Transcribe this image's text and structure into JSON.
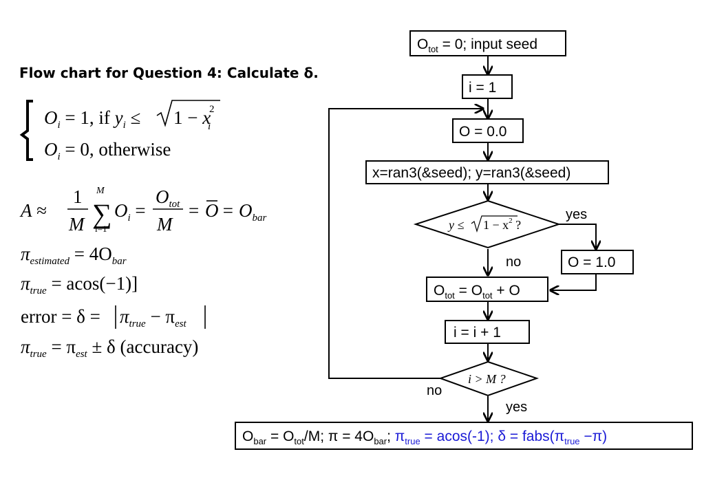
{
  "title": "Flow chart for Question 4: Calculate δ.",
  "equations": {
    "case1_a": "O",
    "case1_b": "i",
    "case1_c": " = 1, if  ",
    "case1_d": "y",
    "case1_e": "i",
    "case1_f": " ≤ ",
    "case1_g": "1 − ",
    "case1_h": "x",
    "case1_i": "i",
    "case1_j": "2",
    "case2_a": "O",
    "case2_b": "i",
    "case2_c": " = 0, otherwise",
    "area_lhs": "A ≈",
    "area_one": "1",
    "area_M": "M",
    "area_sum": "∑",
    "area_sum_top": "M",
    "area_sum_bot": "i=1",
    "area_O": "O",
    "area_Oi": "i",
    "area_eq": "=",
    "area_Otot": "O",
    "area_tot": "tot",
    "area_M2": "M",
    "area_eq2": "=",
    "area_Obar": "O",
    "area_eq3": "= O",
    "area_bar": "bar",
    "est_pi": "π",
    "est_sub": "estimated",
    "est_rhs": " = 4O",
    "est_bar": "bar",
    "true_pi": "π",
    "true_sub": "true",
    "true_rhs": " = acos(−1)]",
    "err_lhs": "error = δ = ",
    "err_pi1": "π",
    "err_true": "true",
    "err_minus": " − π",
    "err_est": "est",
    "acc_pi": "π",
    "acc_true": "true",
    "acc_eq": " = π",
    "acc_est": "est",
    "acc_rhs": " ± δ (accuracy)"
  },
  "flow": {
    "start_a": "O",
    "start_b": "tot",
    "start_c": " = 0; input seed",
    "init_i": "i = 1",
    "init_O": "O = 0.0",
    "rand": "x=ran3(&seed); y=ran3(&seed)",
    "cond1_a": "y ≤ ",
    "cond1_b": "1 − x",
    "cond1_c": "2",
    "cond1_d": " ?",
    "set_O": "O = 1.0",
    "acc_a": "O",
    "acc_b": "tot",
    "acc_c": " = O",
    "acc_d": "tot",
    "acc_e": " + O",
    "incr": "i = i + 1",
    "cond2": "i > M ?",
    "yes1": "yes",
    "no1": "no",
    "no2": "no",
    "yes2": "yes",
    "final_a": "O",
    "final_b": "bar",
    "final_c": " = O",
    "final_d": "tot",
    "final_e": "/M; π = 4O",
    "final_f": "bar",
    "final_g": "; ",
    "final_h": "π",
    "final_i": "true",
    "final_j": " = acos(-1); δ = fabs(π",
    "final_k": "true",
    "final_l": " −π)"
  },
  "colors": {
    "line": "#000000",
    "highlight": "#1a1ad6"
  }
}
